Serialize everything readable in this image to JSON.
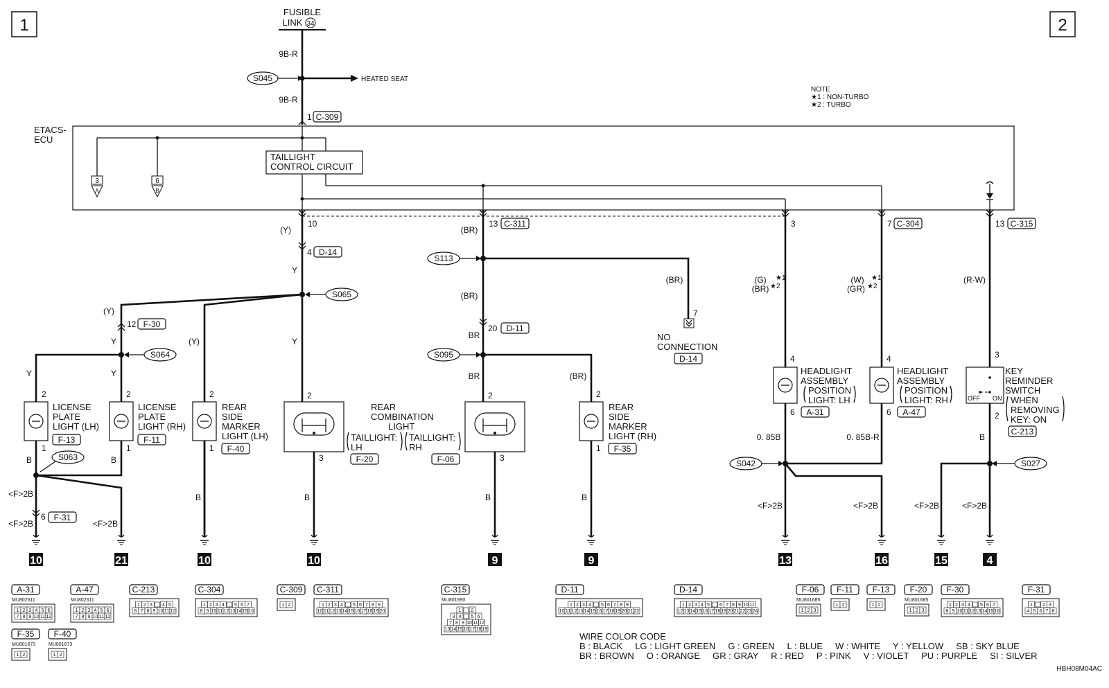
{
  "page_numbers": {
    "left": "1",
    "right": "2"
  },
  "fusible_link": {
    "line1": "FUSIBLE",
    "line2": "LINK",
    "num": "34"
  },
  "top_wire": {
    "upper_color": "9B-R",
    "lower_color": "9B-R",
    "pin": "1",
    "connector": "C-309"
  },
  "splices": {
    "s045": "S045",
    "s065": "S065",
    "s064": "S064",
    "s063": "S063",
    "s113": "S113",
    "s095": "S095",
    "s042": "S042",
    "s027": "S027"
  },
  "heated_seat": "HEATED SEAT",
  "note": {
    "title": "NOTE",
    "l1": "★1 : NON-TURBO",
    "l2": "★2 : TURBO"
  },
  "etacs": {
    "l1": "ETACS-",
    "l2": "ECU"
  },
  "taillight_circuit": {
    "l1": "TAILLIGHT",
    "l2": "CONTROL CIRCUIT"
  },
  "ecu_refs": [
    {
      "num": "3",
      "letter": "A"
    },
    {
      "num": "6",
      "letter": "B"
    }
  ],
  "ecu_pins": [
    {
      "pin": "10",
      "connector": ""
    },
    {
      "pin": "13",
      "connector": "C-311"
    },
    {
      "pin": "3",
      "connector": ""
    },
    {
      "pin": "7",
      "connector": "C-304"
    },
    {
      "pin": "13",
      "connector": "C-315"
    }
  ],
  "wire_labels": {
    "y_paren": "(Y)",
    "y": "Y",
    "br_paren": "(BR)",
    "br": "BR",
    "b": "B",
    "rw_paren": "(R-W)",
    "g_paren": "(G)",
    "br_star": "(BR)",
    "w_paren": "(W)",
    "gr_paren": "(GR)",
    "star1": "★1",
    "star2": "★2",
    "b085": "0. 85B",
    "b085r": "0. 85B-R",
    "f2b": "<F>2B"
  },
  "inline_connectors": {
    "d14_pin": "4",
    "d14": "D-14",
    "f30_pin": "12",
    "f30": "F-30",
    "d11_pin": "20",
    "d11": "D-11",
    "f31_pin": "6",
    "f31": "F-31"
  },
  "no_connection": {
    "pin": "7",
    "l1": "NO",
    "l2": "CONNECTION",
    "connector": "D-14"
  },
  "components": {
    "lp_lh": {
      "l1": "LICENSE",
      "l2": "PLATE",
      "l3": "LIGHT (LH)",
      "connector": "F-13",
      "pin_top": "2",
      "pin_bottom": "1"
    },
    "lp_rh": {
      "l1": "LICENSE",
      "l2": "PLATE",
      "l3": "LIGHT (RH)",
      "connector": "F-11",
      "pin_top": "2",
      "pin_bottom": "1"
    },
    "rsm_lh": {
      "l1": "REAR",
      "l2": "SIDE",
      "l3": "MARKER",
      "l4": "LIGHT (LH)",
      "connector": "F-40",
      "pin_top": "2",
      "pin_bottom": "1"
    },
    "rcl": {
      "l1": "REAR",
      "l2": "COMBINATION",
      "l3": "LIGHT",
      "lh_a": "TAILLIGHT:",
      "lh_b": "LH",
      "rh_a": "TAILLIGHT:",
      "rh_b": "RH",
      "lh_connector": "F-20",
      "rh_connector": "F-06",
      "pin_top": "2",
      "pin_bottom": "3"
    },
    "rsm_rh": {
      "l1": "REAR",
      "l2": "SIDE",
      "l3": "MARKER",
      "l4": "LIGHT (RH)",
      "connector": "F-35",
      "pin_top": "2",
      "pin_bottom": "1"
    },
    "hl_lh": {
      "l1": "HEADLIGHT",
      "l2": "ASSEMBLY",
      "l3": "POSITION",
      "l4": "LIGHT: LH",
      "connector": "A-31",
      "pin_top": "4",
      "pin_bottom": "6"
    },
    "hl_rh": {
      "l1": "HEADLIGHT",
      "l2": "ASSEMBLY",
      "l3": "POSITION",
      "l4": "LIGHT: RH",
      "connector": "A-47",
      "pin_top": "4",
      "pin_bottom": "6"
    },
    "krs": {
      "l1": "KEY",
      "l2": "REMINDER",
      "l3": "SWITCH",
      "l4": "WHEN",
      "l5": "REMOVING",
      "l6": "KEY: ON",
      "connector": "C-213",
      "pin_top": "3",
      "pin_bottom": "2",
      "off": "OFF",
      "on": "ON"
    }
  },
  "grounds": [
    "10",
    "21",
    "10",
    "10",
    "9",
    "9",
    "13",
    "16",
    "15",
    "4"
  ],
  "connector_views": [
    {
      "label": "A-31",
      "part": "MU802611",
      "rows": [
        [
          "1",
          "2",
          "3",
          "4",
          "5",
          "6"
        ],
        [
          "7",
          "8",
          "9",
          "10",
          "11",
          "12"
        ]
      ]
    },
    {
      "label": "A-47",
      "part": "MU802611",
      "rows": [
        [
          "1",
          "2",
          "3",
          "4",
          "5",
          "6"
        ],
        [
          "7",
          "8",
          "9",
          "10",
          "11",
          "12"
        ]
      ]
    },
    {
      "label": "C-213",
      "part": "",
      "rows": [
        [
          "1",
          "2",
          "3",
          "",
          "4",
          "5"
        ],
        [
          "6",
          "7",
          "8",
          "9",
          "10",
          "11",
          "12"
        ]
      ]
    },
    {
      "label": "C-304",
      "part": "",
      "rows": [
        [
          "1",
          "2",
          "3",
          "4",
          "",
          "5",
          "6",
          "7"
        ],
        [
          "8",
          "9",
          "10",
          "11",
          "12",
          "13",
          "14",
          "15",
          "16"
        ]
      ]
    },
    {
      "label": "C-309",
      "part": "",
      "rows": [
        [
          "1",
          "2"
        ]
      ]
    },
    {
      "label": "C-311",
      "part": "",
      "rows": [
        [
          "1",
          "2",
          "3",
          "4",
          "",
          "5",
          "6",
          "7",
          "8",
          "9"
        ],
        [
          "10",
          "11",
          "12",
          "13",
          "14",
          "15",
          "16",
          "17",
          "18",
          "19",
          "20"
        ]
      ]
    },
    {
      "label": "C-315",
      "part": "MU801890",
      "rows": [
        [
          "1",
          "",
          "2"
        ],
        [
          "3",
          "4",
          "",
          "5",
          "6"
        ],
        [
          "7",
          "8",
          "9",
          "10",
          "11",
          "12"
        ],
        [
          "13",
          "14",
          "15",
          "16",
          "17",
          "18",
          "19"
        ]
      ]
    },
    {
      "label": "F-35",
      "part": "MU801673",
      "rows": [
        [
          "1",
          "2"
        ]
      ]
    },
    {
      "label": "F-40",
      "part": "MU801673",
      "rows": [
        [
          "1",
          "2"
        ]
      ]
    },
    {
      "label": "D-11",
      "part": "",
      "rows": [
        [
          "1",
          "2",
          "3",
          "4",
          "",
          "5",
          "6",
          "7",
          "8",
          "9"
        ],
        [
          "10",
          "11",
          "12",
          "13",
          "14",
          "15",
          "16",
          "17",
          "18",
          "19",
          "20",
          "21",
          "22"
        ]
      ]
    },
    {
      "label": "D-14",
      "part": "",
      "rows": [
        [
          "1",
          "2",
          "3",
          "4",
          "5",
          "",
          "6",
          "7",
          "8",
          "9",
          "10",
          "11"
        ],
        [
          "12",
          "13",
          "14",
          "15",
          "16",
          "17",
          "18",
          "19",
          "20",
          "21",
          "22",
          "23",
          "24"
        ]
      ]
    },
    {
      "label": "F-06",
      "part": "MU801685",
      "rows": [
        [
          "1",
          "2",
          "3"
        ]
      ]
    },
    {
      "label": "F-11",
      "part": "",
      "rows": [
        [
          "1",
          "2"
        ]
      ]
    },
    {
      "label": "F-13",
      "part": "",
      "rows": [
        [
          "1",
          "2"
        ]
      ]
    },
    {
      "label": "F-20",
      "part": "MU801685",
      "rows": [
        [
          "1",
          "2",
          "3"
        ]
      ]
    },
    {
      "label": "F-30",
      "part": "",
      "rows": [
        [
          "1",
          "2",
          "3",
          "4",
          "",
          "5",
          "6",
          "7"
        ],
        [
          "8",
          "9",
          "10",
          "11",
          "12",
          "13",
          "14",
          "15",
          "16"
        ]
      ]
    },
    {
      "label": "F-31",
      "part": "",
      "rows": [
        [
          "1",
          "",
          "2",
          "3"
        ],
        [
          "4",
          "5",
          "6",
          "7",
          "8"
        ]
      ]
    }
  ],
  "wire_color_code": {
    "title": "WIRE COLOR CODE",
    "line1": "B : BLACK     LG : LIGHT GREEN     G : GREEN     L : BLUE     W : WHITE     Y : YELLOW     SB : SKY BLUE",
    "line2": "BR : BROWN     O : ORANGE     GR : GRAY     R : RED     P : PINK     V : VIOLET     PU : PURPLE     SI : SILVER"
  },
  "figure_code": "HBH08M04AC"
}
